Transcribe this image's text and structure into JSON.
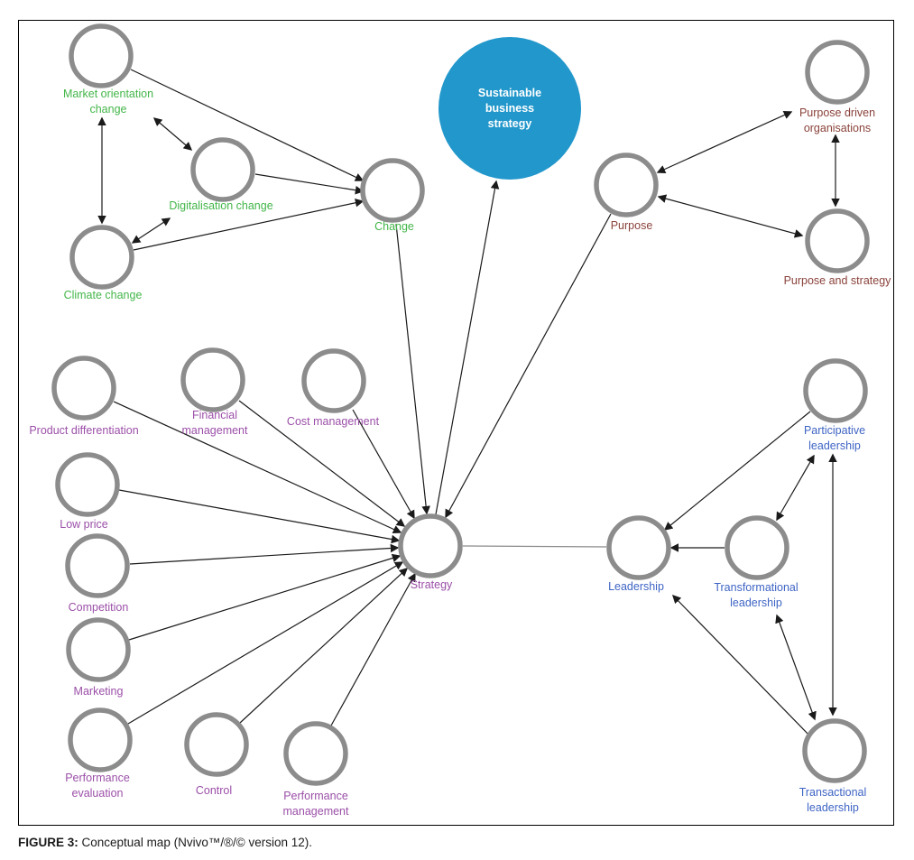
{
  "figure": {
    "caption_prefix": "FIGURE 3:",
    "caption_text": " Conceptual map (Nvivo™/®/© version 12)."
  },
  "palette": {
    "change_group_green": "#43b649",
    "strategy_group_purple": "#9b4fa8",
    "purpose_group_brown": "#8a423b",
    "leadership_group_blue": "#3e64c4",
    "highlight_node_fill": "#2297cb",
    "highlight_node_text": "#ffffff",
    "node_stroke_gray": "#8c8c8c",
    "arrow_black": "#1a1a1a",
    "plain_link_gray": "#8a8a8a"
  },
  "nodes": {
    "sustainable_business_strategy": {
      "label": "Sustainable business strategy",
      "group": "highlight",
      "shape": "filled-circle"
    },
    "market_orientation_change": {
      "label": "Market orientation change",
      "group": "change"
    },
    "digitalisation_change": {
      "label": "Digitalisation change",
      "group": "change"
    },
    "climate_change": {
      "label": "Climate change",
      "group": "change"
    },
    "change": {
      "label": "Change",
      "group": "change"
    },
    "purpose": {
      "label": "Purpose",
      "group": "purpose"
    },
    "purpose_driven_organisations": {
      "label": "Purpose driven organisations",
      "group": "purpose"
    },
    "purpose_and_strategy": {
      "label": "Purpose and strategy",
      "group": "purpose"
    },
    "product_differentiation": {
      "label": "Product differentiation",
      "group": "strategy"
    },
    "financial_management": {
      "label": "Financial management",
      "group": "strategy"
    },
    "cost_management": {
      "label": "Cost management",
      "group": "strategy"
    },
    "low_price": {
      "label": "Low price",
      "group": "strategy"
    },
    "competition": {
      "label": "Competition",
      "group": "strategy"
    },
    "marketing": {
      "label": "Marketing",
      "group": "strategy"
    },
    "performance_evaluation": {
      "label": "Performance evaluation",
      "group": "strategy"
    },
    "control": {
      "label": "Control",
      "group": "strategy"
    },
    "performance_management": {
      "label": "Performance management",
      "group": "strategy"
    },
    "strategy": {
      "label": "Strategy",
      "group": "strategy"
    },
    "leadership": {
      "label": "Leadership",
      "group": "leadership"
    },
    "transformational_leadership": {
      "label": "Transformational leadership",
      "group": "leadership"
    },
    "participative_leadership": {
      "label": "Participative leadership",
      "group": "leadership"
    },
    "transactional_leadership": {
      "label": "Transactional leadership",
      "group": "leadership"
    }
  },
  "edges": [
    {
      "source": "market_orientation_change",
      "target": "climate_change",
      "type": "bidirectional"
    },
    {
      "source": "market_orientation_change",
      "target": "digitalisation_change",
      "type": "bidirectional"
    },
    {
      "source": "climate_change",
      "target": "digitalisation_change",
      "type": "bidirectional"
    },
    {
      "source": "market_orientation_change",
      "target": "change",
      "type": "directed"
    },
    {
      "source": "digitalisation_change",
      "target": "change",
      "type": "directed"
    },
    {
      "source": "climate_change",
      "target": "change",
      "type": "directed"
    },
    {
      "source": "change",
      "target": "strategy",
      "type": "directed"
    },
    {
      "source": "strategy",
      "target": "sustainable_business_strategy",
      "type": "directed"
    },
    {
      "source": "purpose",
      "target": "strategy",
      "type": "directed"
    },
    {
      "source": "purpose",
      "target": "purpose_driven_organisations",
      "type": "bidirectional"
    },
    {
      "source": "purpose",
      "target": "purpose_and_strategy",
      "type": "bidirectional"
    },
    {
      "source": "purpose_driven_organisations",
      "target": "purpose_and_strategy",
      "type": "bidirectional"
    },
    {
      "source": "product_differentiation",
      "target": "strategy",
      "type": "directed"
    },
    {
      "source": "financial_management",
      "target": "strategy",
      "type": "directed"
    },
    {
      "source": "cost_management",
      "target": "strategy",
      "type": "directed"
    },
    {
      "source": "low_price",
      "target": "strategy",
      "type": "directed"
    },
    {
      "source": "competition",
      "target": "strategy",
      "type": "directed"
    },
    {
      "source": "marketing",
      "target": "strategy",
      "type": "directed"
    },
    {
      "source": "performance_evaluation",
      "target": "strategy",
      "type": "directed"
    },
    {
      "source": "control",
      "target": "strategy",
      "type": "directed"
    },
    {
      "source": "performance_management",
      "target": "strategy",
      "type": "directed"
    },
    {
      "source": "strategy",
      "target": "leadership",
      "type": "undirected"
    },
    {
      "source": "participative_leadership",
      "target": "leadership",
      "type": "directed"
    },
    {
      "source": "participative_leadership",
      "target": "transformational_leadership",
      "type": "bidirectional"
    },
    {
      "source": "transformational_leadership",
      "target": "leadership",
      "type": "directed"
    },
    {
      "source": "transactional_leadership",
      "target": "leadership",
      "type": "directed"
    },
    {
      "source": "transactional_leadership",
      "target": "transformational_leadership",
      "type": "bidirectional"
    },
    {
      "source": "transactional_leadership",
      "target": "participative_leadership",
      "type": "bidirectional"
    }
  ]
}
